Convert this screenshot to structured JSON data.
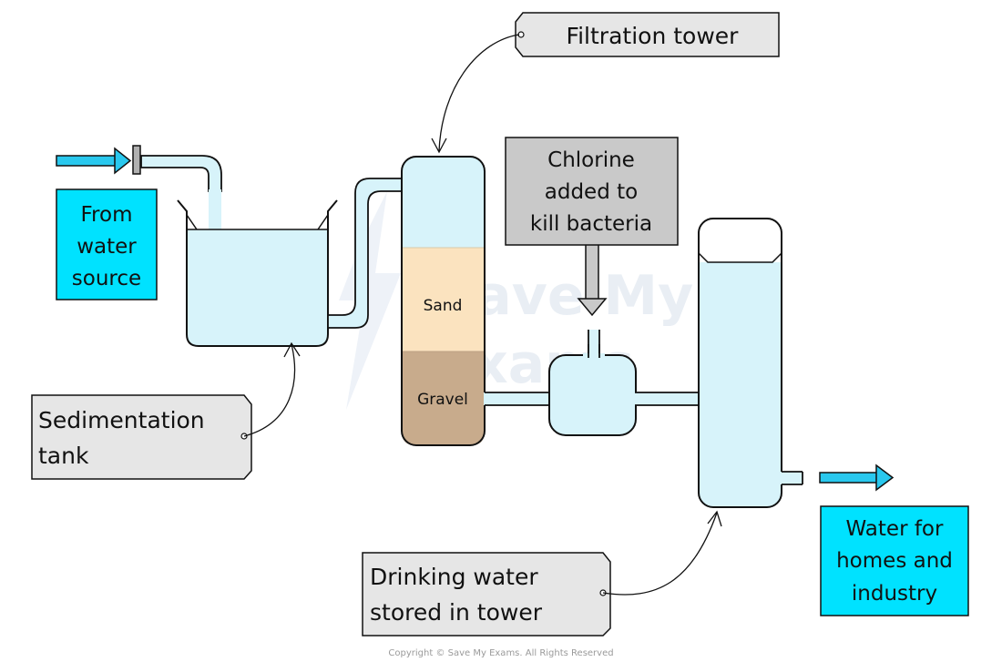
{
  "labels": {
    "filtration_tower": "Filtration tower",
    "chlorine": [
      "Chlorine",
      "added to",
      "kill bacteria"
    ],
    "from_water_source": [
      "From",
      "water",
      "source"
    ],
    "sand": "Sand",
    "gravel": "Gravel",
    "sedimentation_tank": [
      "Sedimentation",
      "tank"
    ],
    "drinking_water": [
      "Drinking water",
      "stored in tower"
    ],
    "water_for_homes": [
      "Water for",
      "homes and",
      "industry"
    ]
  },
  "watermark": [
    "Save My",
    "Exams"
  ],
  "copyright": "Copyright © Save My Exams. All Rights Reserved",
  "colors": {
    "water": "#d7f3fa",
    "arrow_cyan": "#29c8ee",
    "box_cyan": "#00e2ff",
    "chlorine_box": "#c9c9c9",
    "label_box": "#e6e6e6",
    "sand": "#fbe3bf",
    "gravel": "#c8ab8c"
  }
}
